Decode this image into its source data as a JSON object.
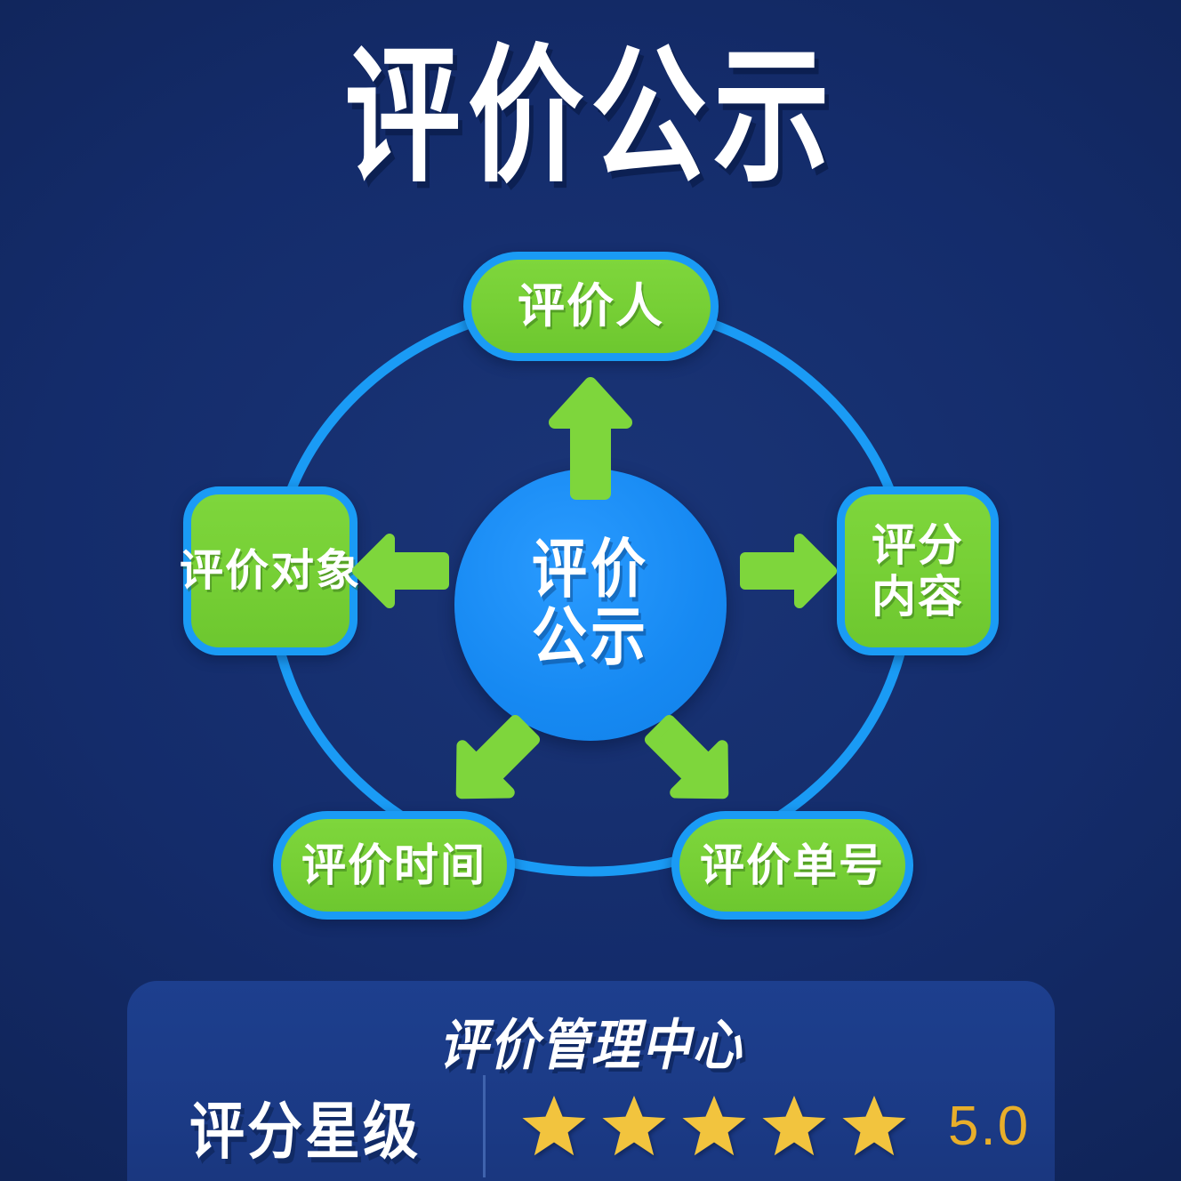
{
  "page": {
    "title": "评价公示",
    "background_color": "#142c6b",
    "accent_blue": "#1a9bf5",
    "accent_green": "#7ed63c",
    "accent_gold": "#f2c33d"
  },
  "diagram": {
    "center": {
      "label_line1": "评价",
      "label_line2": "公示",
      "color": "#1689f2"
    },
    "nodes": [
      {
        "id": "reviewer",
        "position": "top",
        "line1": "评价人",
        "line2": "",
        "color": "#7ed63c"
      },
      {
        "id": "score-content",
        "position": "right",
        "line1": "评分",
        "line2": "内容",
        "color": "#7ed63c"
      },
      {
        "id": "review-target",
        "position": "left",
        "line1": "评价对象",
        "line2": "",
        "color": "#7ed63c"
      },
      {
        "id": "review-time",
        "position": "bottom-left",
        "line1": "评价时间",
        "line2": "",
        "color": "#7ed63c"
      },
      {
        "id": "review-no",
        "position": "bottom-right",
        "line1": "评价单号",
        "line2": "",
        "color": "#7ed63c"
      }
    ],
    "arrows": [
      {
        "id": "arrow-up",
        "direction": "up"
      },
      {
        "id": "arrow-right",
        "direction": "right"
      },
      {
        "id": "arrow-left",
        "direction": "left"
      },
      {
        "id": "arrow-down-left",
        "direction": "down-left"
      },
      {
        "id": "arrow-down-right",
        "direction": "down-right"
      }
    ]
  },
  "bottom_panel": {
    "title": "评价管理中心",
    "rating_label": "评分星级",
    "star_count": 5,
    "stars_filled": 5,
    "rating_value": "5.0",
    "star_color": "#f2c33d",
    "value_color": "#e8ae2a"
  }
}
